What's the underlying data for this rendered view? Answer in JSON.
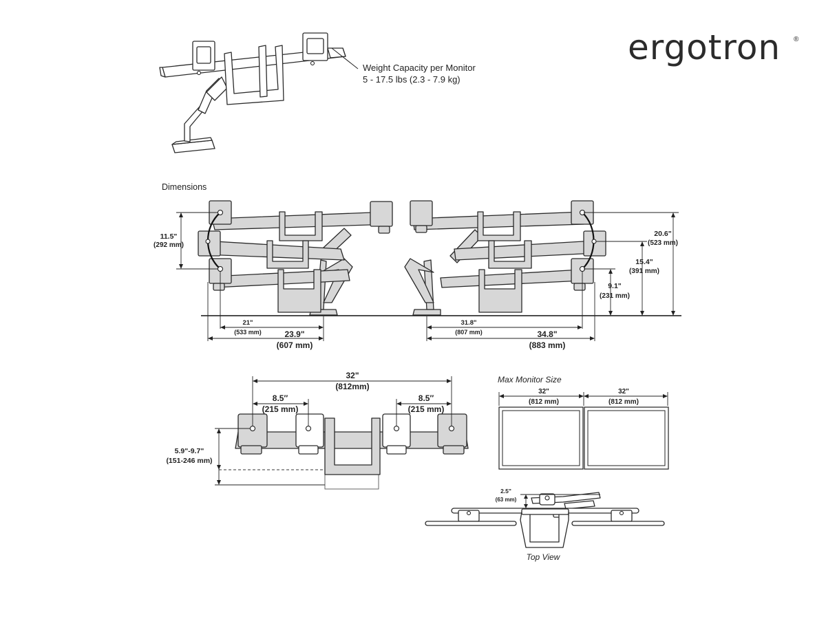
{
  "brand": {
    "logo_text": "ergotron",
    "registered_mark": "®"
  },
  "capacity": {
    "title": "Weight Capacity per Monitor",
    "range": "5 - 17.5 lbs (2.3 - 7.9 kg)"
  },
  "dimensions_section": {
    "title": "Dimensions",
    "side_left": {
      "vertical_travel": {
        "in": "11.5\"",
        "mm": "(292 mm)"
      },
      "reach_inner": {
        "in": "21\"",
        "mm": "(533 mm)"
      },
      "reach_outer": {
        "in": "23.9\"",
        "mm": "(607 mm)"
      }
    },
    "side_right": {
      "height_max": {
        "in": "20.6\"",
        "mm": "(523 mm)"
      },
      "height_mid": {
        "in": "15.4\"",
        "mm": "(391 mm)"
      },
      "height_min": {
        "in": "9.1\"",
        "mm": "(231 mm)"
      },
      "reach_inner": {
        "in": "31.8\"",
        "mm": "(807 mm)"
      },
      "reach_outer": {
        "in": "34.8\"",
        "mm": "(883 mm)"
      }
    }
  },
  "front_view": {
    "span": {
      "in": "32\"",
      "mm": "(812mm)"
    },
    "left_shift": {
      "in": "8.5″",
      "mm": "(215 mm)"
    },
    "right_shift": {
      "in": "8.5″",
      "mm": "(215 mm)"
    },
    "height_adjust": {
      "in": "5.9\"-9.7\"",
      "mm": "(151-246 mm)"
    }
  },
  "max_monitor": {
    "title": "Max Monitor Size",
    "left": {
      "in": "32\"",
      "mm": "(812 mm)"
    },
    "right": {
      "in": "32\"",
      "mm": "(812 mm)"
    }
  },
  "top_view": {
    "offset": {
      "in": "2.5\"",
      "mm": "(63 mm)"
    },
    "caption": "Top View"
  }
}
